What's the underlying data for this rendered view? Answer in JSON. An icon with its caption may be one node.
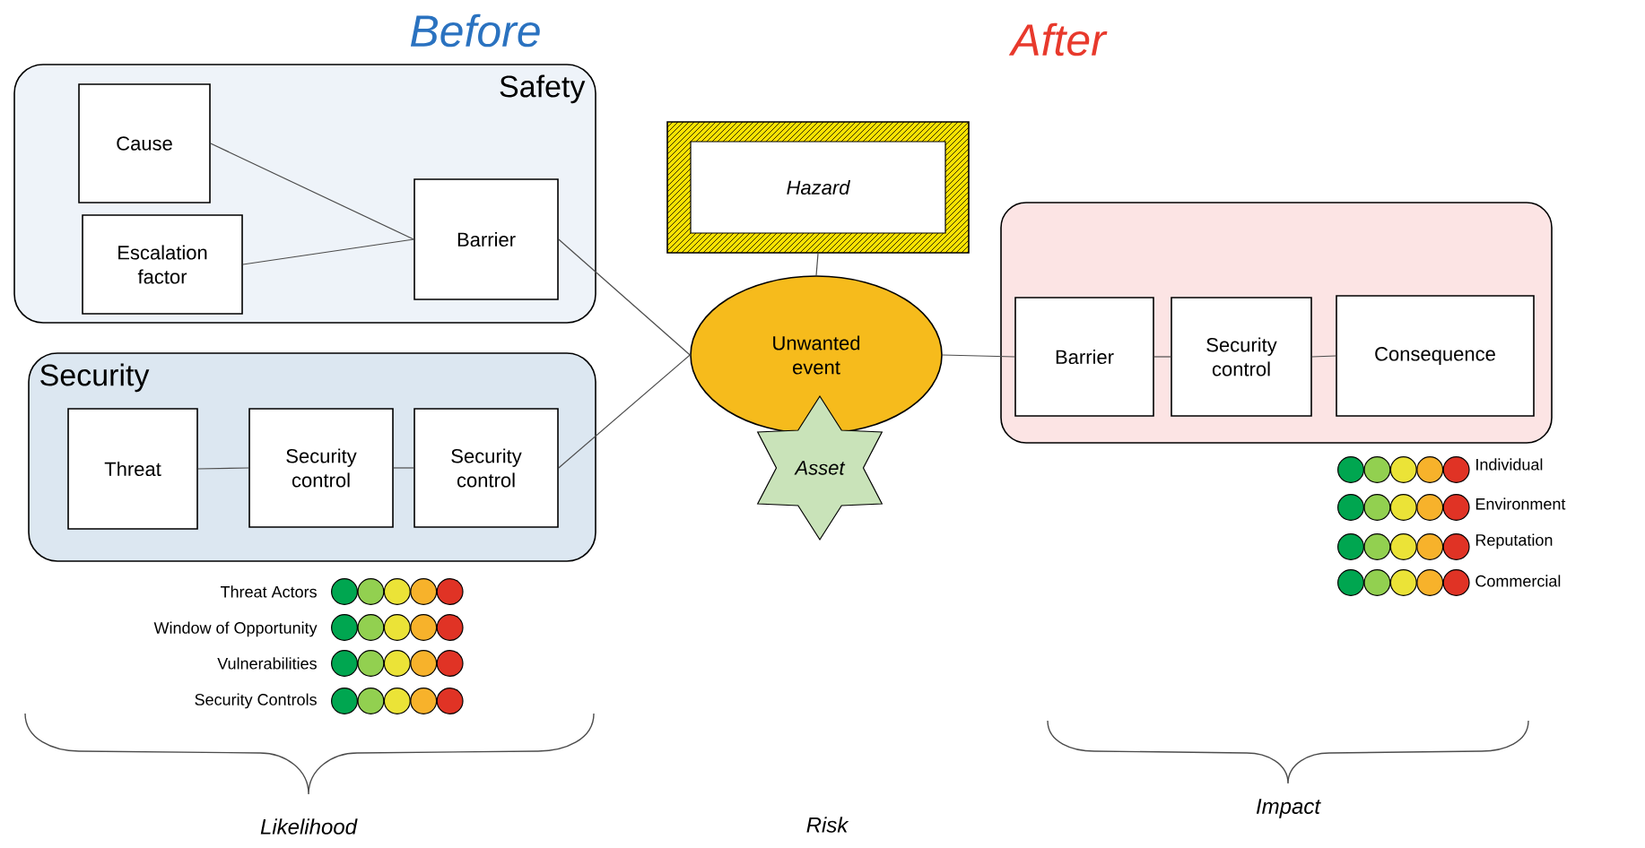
{
  "diagram": {
    "nodes": [
      {
        "text": [
          "Safety"
        ]
      },
      {
        "text": [
          "Cause"
        ],
        "in": 0
      },
      {
        "text": [
          "Escalation factor"
        ],
        "in": 0
      },
      {
        "text": [
          "Barrier"
        ],
        "in": 0
      },
      {
        "text": [
          "Security"
        ]
      },
      {
        "text": [
          "Threat"
        ],
        "in": 4
      },
      {
        "text": [
          "Security control"
        ],
        "in": 4
      },
      {
        "text": [
          "Security control"
        ],
        "in": 4
      },
      {
        "text": [
          "Hazard"
        ]
      },
      {
        "text": [
          "Unwanted event"
        ]
      },
      {
        "text": [
          "Asset"
        ]
      },
      {
        "text": [],
        "shape": "box"
      },
      {
        "text": [
          "Barrier"
        ],
        "in": 11
      },
      {
        "text": [
          "Security control"
        ],
        "in": 11
      },
      {
        "text": [
          "Consequence"
        ],
        "in": 11
      }
    ],
    "edges": [
      {
        "from": 1,
        "to": 3,
        "arrow": "none"
      },
      {
        "from": 2,
        "to": 3,
        "arrow": "none"
      },
      {
        "from": 3,
        "to": 9,
        "arrow": "none"
      },
      {
        "from": 5,
        "to": 6,
        "arrow": "none"
      },
      {
        "from": 6,
        "to": 7,
        "arrow": "none"
      },
      {
        "from": 7,
        "to": 9,
        "arrow": "none"
      },
      {
        "from": 8,
        "to": 9,
        "arrow": "none"
      },
      {
        "from": 9,
        "to": 12,
        "arrow": "none"
      },
      {
        "from": 12,
        "to": 13,
        "arrow": "none"
      },
      {
        "from": 13,
        "to": 14,
        "arrow": "none"
      }
    ],
    "labels": [
      "Before",
      "After",
      "Threat Actors",
      "Window of Opportunity",
      "Vulnerabilities",
      "Security Controls",
      "Individual",
      "Environment",
      "Reputation",
      "Commercial",
      "Likelihood",
      "Risk",
      "Impact"
    ]
  }
}
